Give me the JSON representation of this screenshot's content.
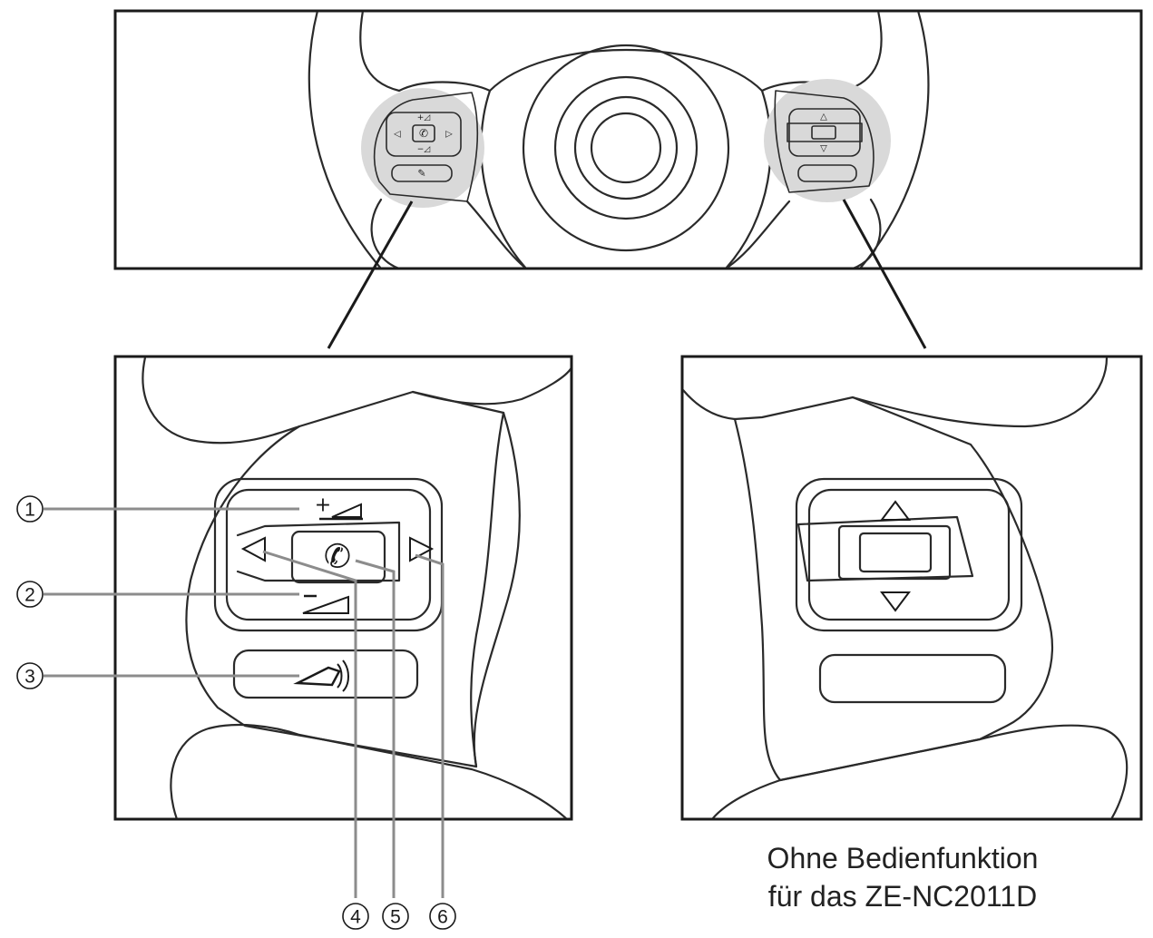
{
  "callouts": [
    {
      "number": "1",
      "meaning": "volume-up"
    },
    {
      "number": "2",
      "meaning": "volume-down"
    },
    {
      "number": "3",
      "meaning": "voice-control"
    },
    {
      "number": "4",
      "meaning": "previous"
    },
    {
      "number": "5",
      "meaning": "phone"
    },
    {
      "number": "6",
      "meaning": "next"
    }
  ],
  "caption": {
    "line1": "Ohne Bedienfunktion",
    "line2": "für das ZE-NC2011D"
  },
  "icons": {
    "volume_up": "volume-up-icon",
    "volume_down": "volume-down-icon",
    "phone": "phone-icon",
    "voice": "voice-control-icon",
    "prev": "triangle-left-icon",
    "next": "triangle-right-icon",
    "up": "triangle-up-icon",
    "down": "triangle-down-icon"
  },
  "colors": {
    "line": "#2a2a2a",
    "callout_line": "#8c8c8c",
    "highlight": "#d9d9d9",
    "background": "#ffffff"
  }
}
